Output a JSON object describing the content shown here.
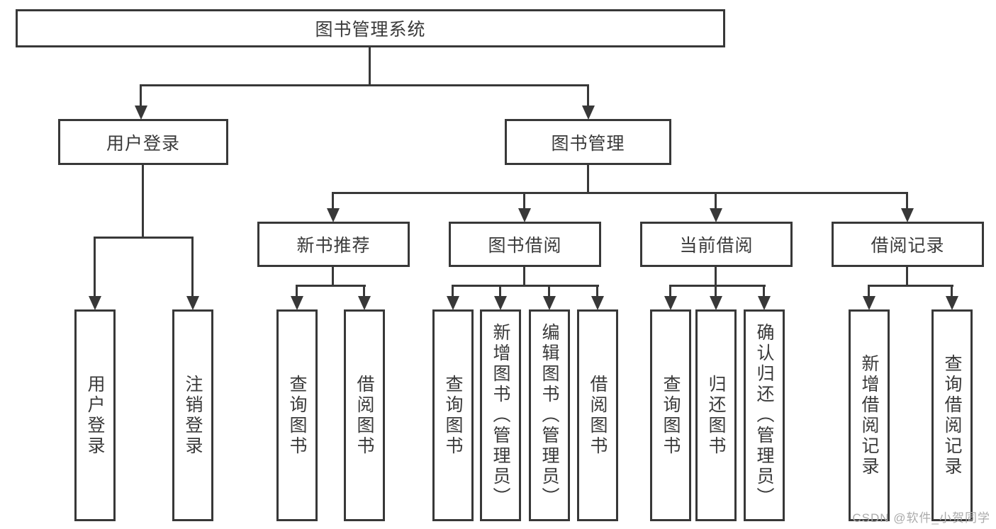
{
  "watermark": "CSDN @软件_小贺同学",
  "colors": {
    "border": "#383838",
    "line": "#383838",
    "text": "#3a3a3a",
    "watermark": "#ababab",
    "background": "#ffffff"
  },
  "tree": {
    "root": {
      "label": "图书管理系统"
    },
    "branches": [
      {
        "label": "用户登录",
        "children": [
          {
            "label": "用户登录"
          },
          {
            "label": "注销登录"
          }
        ]
      },
      {
        "label": "图书管理",
        "children": [
          {
            "label": "新书推荐",
            "children": [
              {
                "label": "查询图书"
              },
              {
                "label": "借阅图书"
              }
            ]
          },
          {
            "label": "图书借阅",
            "children": [
              {
                "label": "查询图书"
              },
              {
                "label": "新增图书（管理员）"
              },
              {
                "label": "编辑图书（管理员）"
              },
              {
                "label": "借阅图书"
              }
            ]
          },
          {
            "label": "当前借阅",
            "children": [
              {
                "label": "查询图书"
              },
              {
                "label": "归还图书"
              },
              {
                "label": "确认归还（管理员）"
              }
            ]
          },
          {
            "label": "借阅记录",
            "children": [
              {
                "label": "新增借阅记录"
              },
              {
                "label": "查询借阅记录"
              }
            ]
          }
        ]
      }
    ]
  }
}
